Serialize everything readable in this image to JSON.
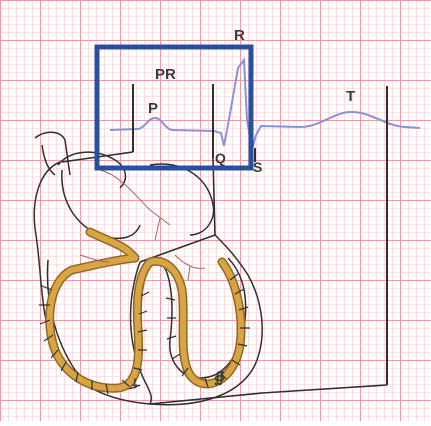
{
  "labels": {
    "p": "P",
    "pr": "PR",
    "q": "Q",
    "r": "R",
    "s": "S",
    "t": "T",
    "signature": "∯"
  },
  "colors": {
    "grid_minor": "#f6c9cf",
    "grid_major": "#eb9aa5",
    "trace": "#8f8fd6",
    "highlight_box": "#2a4f9c",
    "outline": "#2f2f2f",
    "conduction": "#d9a441",
    "conduction_edge": "#8a6a2a",
    "vessels": "#b06060"
  }
}
